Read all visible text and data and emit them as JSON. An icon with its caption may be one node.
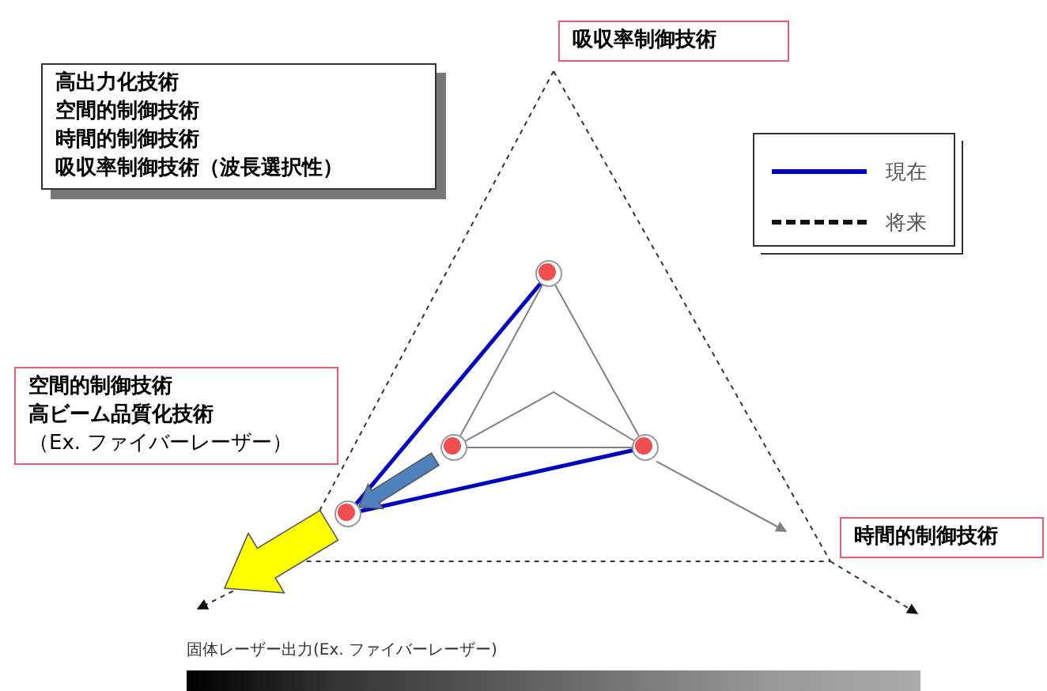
{
  "diagram": {
    "nodes": [
      {
        "text": [
          "高出力化技術",
          "空間的制御技術",
          "時間的制御技術",
          "吸収率制御技術（波長選択性）"
        ]
      },
      {
        "text": [
          "吸収率制御技術"
        ]
      },
      {
        "text": [
          "空間的制御技術",
          "高ビーム品質化技術",
          "（Ex. ファイバーレーザー）"
        ]
      },
      {
        "text": [
          "時間的制御技術"
        ]
      },
      {
        "text": [],
        "shape": "circle"
      },
      {
        "text": [],
        "shape": "circle"
      },
      {
        "text": [],
        "shape": "circle"
      },
      {
        "text": [],
        "shape": "circle"
      }
    ],
    "edges": [
      {
        "from": 4,
        "to": 7,
        "arrow": "none",
        "color": "#0000c0",
        "style": "thick"
      },
      {
        "from": 7,
        "to": 6,
        "arrow": "none",
        "color": "#0000c0",
        "style": "thick"
      },
      {
        "from": 4,
        "to": 5,
        "arrow": "none"
      },
      {
        "from": 4,
        "to": 6,
        "arrow": "none"
      },
      {
        "from": 5,
        "to": 6,
        "arrow": "none"
      },
      {
        "from": 5,
        "to": 6,
        "arrow": "none"
      },
      {
        "from": 5,
        "to": 7,
        "arrow": "to",
        "style": "thick",
        "color": "#4f81bd"
      },
      {
        "from": 7,
        "to": null,
        "arrow": "to",
        "style": "thick",
        "color": "#ffff00"
      },
      {
        "from": 6,
        "to": null,
        "arrow": "to"
      }
    ],
    "labels": [
      "固体レーザー出力(Ex. ファイバーレーザー)"
    ],
    "legend": [
      {
        "text": "現在"
      },
      {
        "text": "将来"
      }
    ]
  }
}
